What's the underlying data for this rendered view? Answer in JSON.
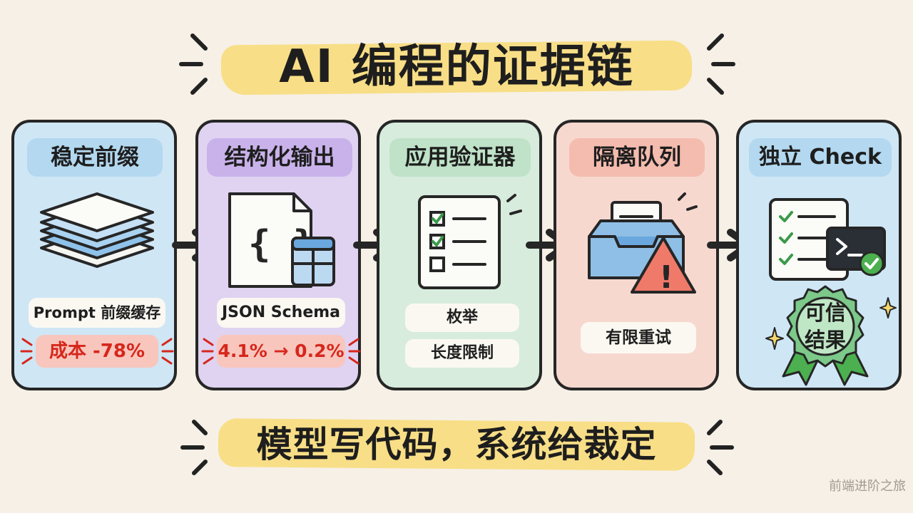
{
  "title": "AI 编程的证据链",
  "slogan": "模型写代码，系统给裁定",
  "watermark": "前端进阶之旅",
  "cards": [
    {
      "title": "稳定前缀",
      "pill": "Prompt 前缀缓存",
      "badge": "成本 -78%",
      "bg": "#cfe6f5",
      "head_bg": "#b3d8f0"
    },
    {
      "title": "结构化输出",
      "pill": "JSON Schema",
      "badge": "4.1% → 0.2%",
      "bg": "#e0d3f1",
      "head_bg": "#c9b2ea"
    },
    {
      "title": "应用验证器",
      "pills": [
        "枚举",
        "长度限制"
      ],
      "bg": "#d7ecdc",
      "head_bg": "#bfe2c8"
    },
    {
      "title": "隔离队列",
      "pill": "有限重试",
      "bg": "#f7d8cf",
      "head_bg": "#f4bcae"
    },
    {
      "title": "独立 Check",
      "seal": "可信结果",
      "bg": "#cfe6f5",
      "head_bg": "#b3d8f0"
    }
  ],
  "colors": {
    "accent_red": "#d6271c",
    "highlight_yellow": "#f8de86",
    "outline": "#262626"
  }
}
